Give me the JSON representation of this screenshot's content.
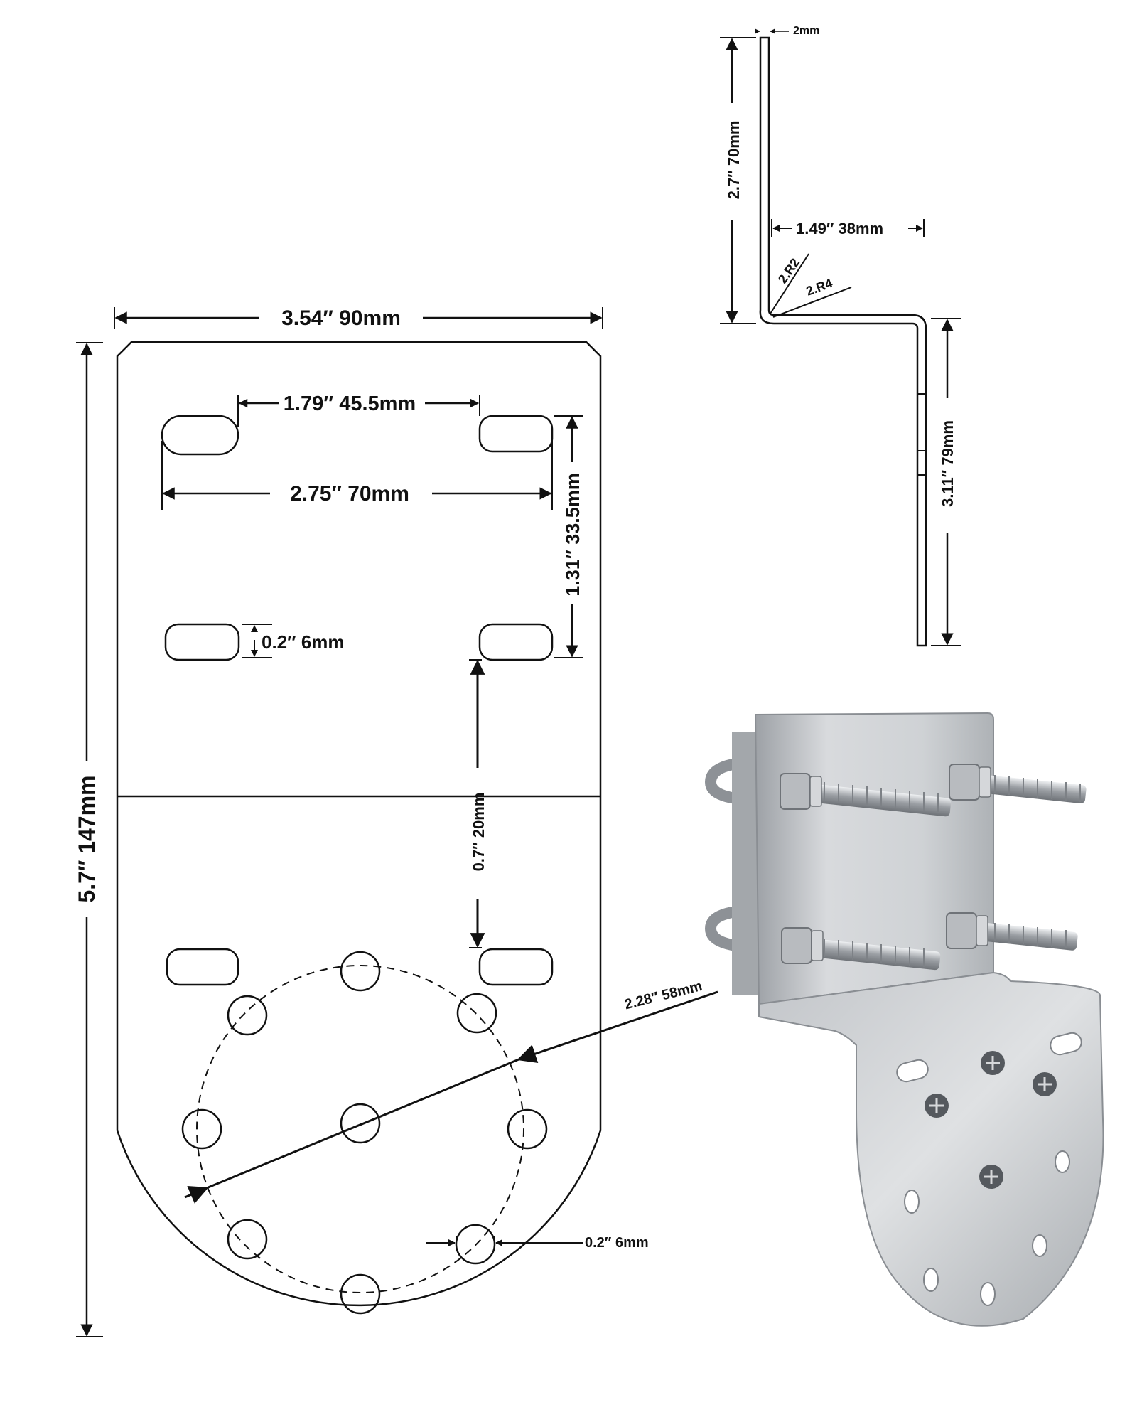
{
  "diagram": {
    "front_view": {
      "width_label": "3.54″ 90mm",
      "height_label": "5.7″ 147mm",
      "slot_spacing_inner_label": "1.79″ 45.5mm",
      "slot_spacing_outer_label": "2.75″ 70mm",
      "slot_vertical_label": "1.31″ 33.5mm",
      "slot_height_label": "0.2″ 6mm",
      "slot_gap_label": "0.7″ 20mm",
      "circle_diameter_label": "2.28″ 58mm",
      "hole_diameter_label": "0.2″ 6mm"
    },
    "side_view": {
      "thickness_label": "2mm",
      "upper_height_label": "2.7″ 70mm",
      "offset_label": "1.49″ 38mm",
      "inner_radius_label": "2.R2",
      "outer_radius_label": "2.R4",
      "lower_height_label": "3.11″ 79mm"
    },
    "photo": {
      "bracket_color": "#c9ccd0",
      "bolt_color": "#b5b8bc",
      "screw_icon": "phillips-screw-icon"
    }
  }
}
